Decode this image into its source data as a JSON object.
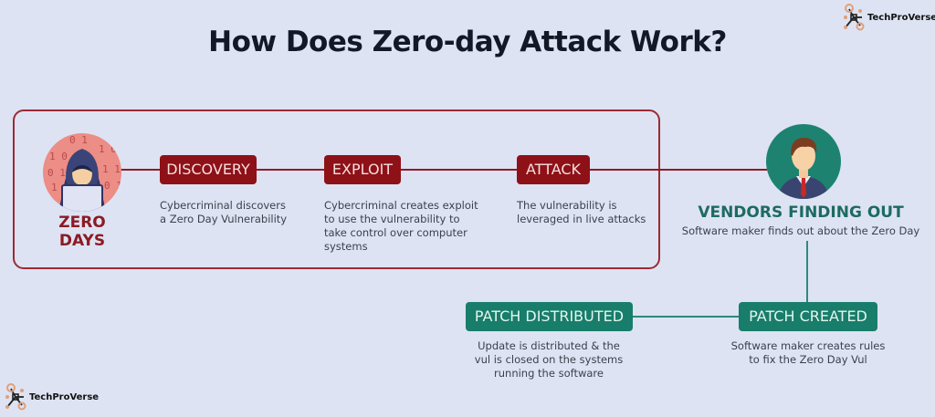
{
  "title": "How Does Zero-day Attack Work?",
  "brand": {
    "name": "TechProVerse"
  },
  "colors": {
    "background": "#dde3f3",
    "red": "#8e1118",
    "teal": "#187d6a",
    "title": "#121826"
  },
  "zero_days": {
    "label": "ZERO DAYS",
    "icon": "hacker-icon"
  },
  "steps": [
    {
      "label": "DISCOVERY",
      "description_lines": [
        "Cybercriminal discovers",
        "a Zero Day Vulnerability"
      ]
    },
    {
      "label": "EXPLOIT",
      "description_lines": [
        "Cybercriminal creates exploit",
        "to use the vulnerability to",
        "take control over computer",
        "systems"
      ]
    },
    {
      "label": "ATTACK",
      "description_lines": [
        "The vulnerability is",
        "leveraged in live attacks"
      ]
    }
  ],
  "vendors": {
    "label": "VENDORS FINDING OUT",
    "description": "Software maker finds out about the Zero Day",
    "icon": "businessman-icon"
  },
  "patch_created": {
    "label": "PATCH CREATED",
    "description_lines": [
      "Software maker creates rules",
      "to fix the Zero Day Vul"
    ]
  },
  "patch_distributed": {
    "label": "PATCH DISTRIBUTED",
    "description_lines": [
      "Update is distributed & the",
      "vul is closed on the systems",
      "running the software"
    ]
  }
}
